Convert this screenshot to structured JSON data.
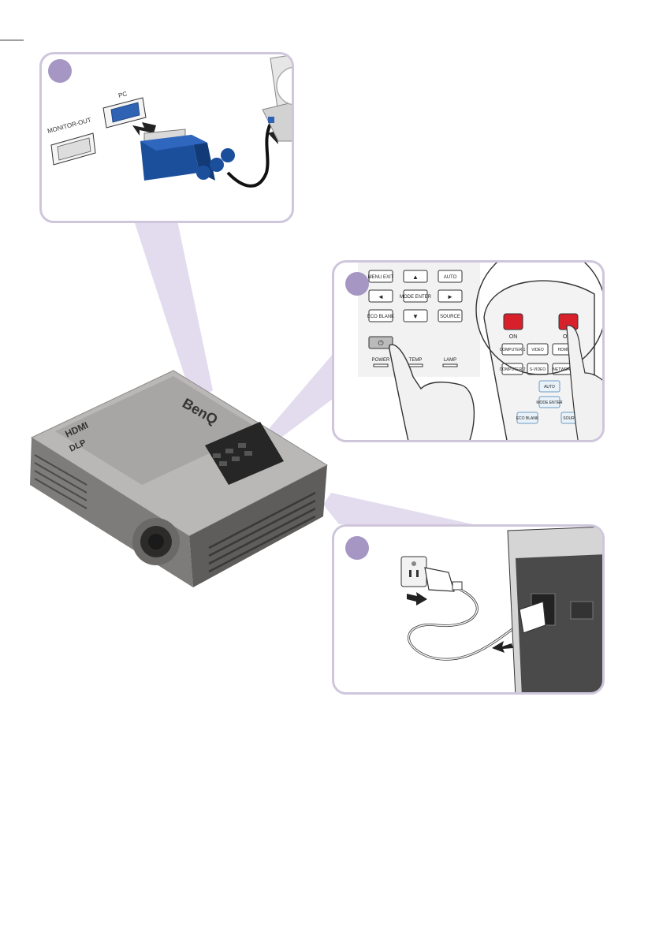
{
  "illustration": {
    "projector": {
      "brand_logo": "BenQ",
      "hdmi_badge": "HDMI",
      "dlp_badge": "DLP"
    },
    "step1": {
      "port_labels": [
        "MONITOR-OUT",
        "PC"
      ]
    },
    "step2": {
      "projector_keypad": {
        "buttons": [
          "MENU EXIT",
          "AUTO",
          "MODE ENTER",
          "ECO BLANK",
          "SOURCE"
        ],
        "indicators": [
          "POWER",
          "TEMP",
          "LAMP"
        ]
      },
      "remote": {
        "on_label": "ON",
        "off_label": "OFF",
        "buttons": [
          "COMPUTER 1",
          "VIDEO",
          "HDMI",
          "COMPUTER 2",
          "S-VIDEO",
          "NETWORK",
          "AUTO",
          "MODE ENTER",
          "ECO BLANK",
          "SOURCE"
        ]
      }
    },
    "step3": {}
  },
  "colors": {
    "frame": "#cfc6dc",
    "step_marker": "#a596c4",
    "beam": "#e3dcef",
    "vga_adapter": "#1b4f9c",
    "remote_power": "#d8202b"
  }
}
